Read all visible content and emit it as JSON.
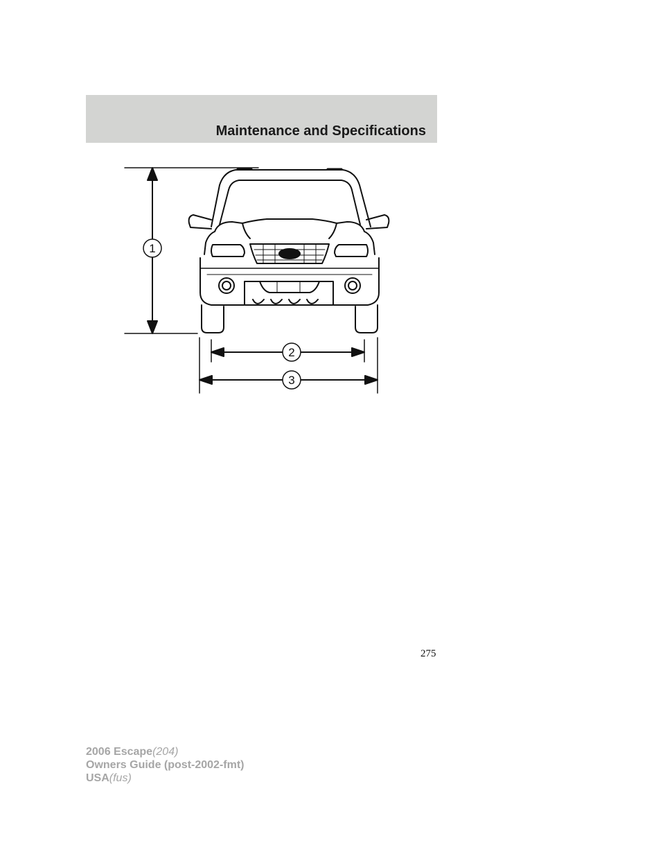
{
  "header": {
    "title": "Maintenance and Specifications",
    "band_color": "#d3d4d2"
  },
  "diagram": {
    "callouts": [
      "1",
      "2",
      "3"
    ],
    "icon": "vehicle-front-view"
  },
  "page_number": "275",
  "footer": {
    "line1_bold": "2006 Escape",
    "line1_italic": "(204)",
    "line2_bold": "Owners Guide (post-2002-fmt)",
    "line3_bold": "USA",
    "line3_italic": "(fus)"
  }
}
